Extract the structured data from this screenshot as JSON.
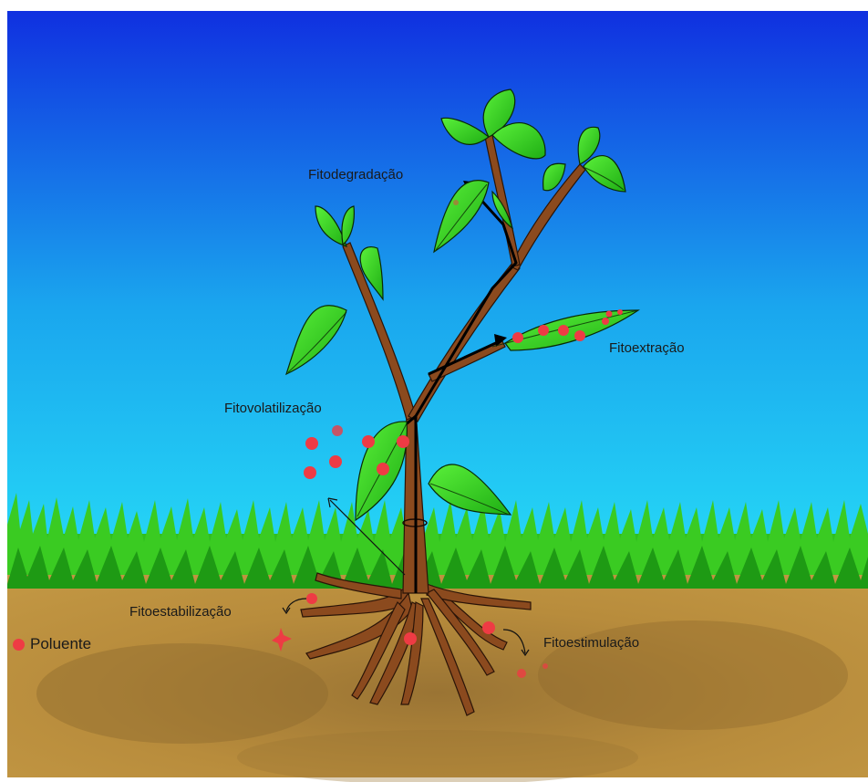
{
  "labels": {
    "fitodegradacao": "Fitodegradação",
    "fitoextracao": "Fitoextração",
    "fitovolatilizacao": "Fitovolatilização",
    "fitoestabilizacao": "Fitoestabilização",
    "fitoestimulacao": "Fitoestimulação"
  },
  "legend": {
    "label": "Poluente",
    "color": "#ee3b44"
  },
  "colors": {
    "sky_top": "#1030e0",
    "sky_bottom": "#22d0f5",
    "grass": "#2fbf1f",
    "soil": "#b68a3a",
    "stem": "#8b4a1e",
    "leaf": "#33dd22",
    "pollutant": "#ee3b44"
  }
}
